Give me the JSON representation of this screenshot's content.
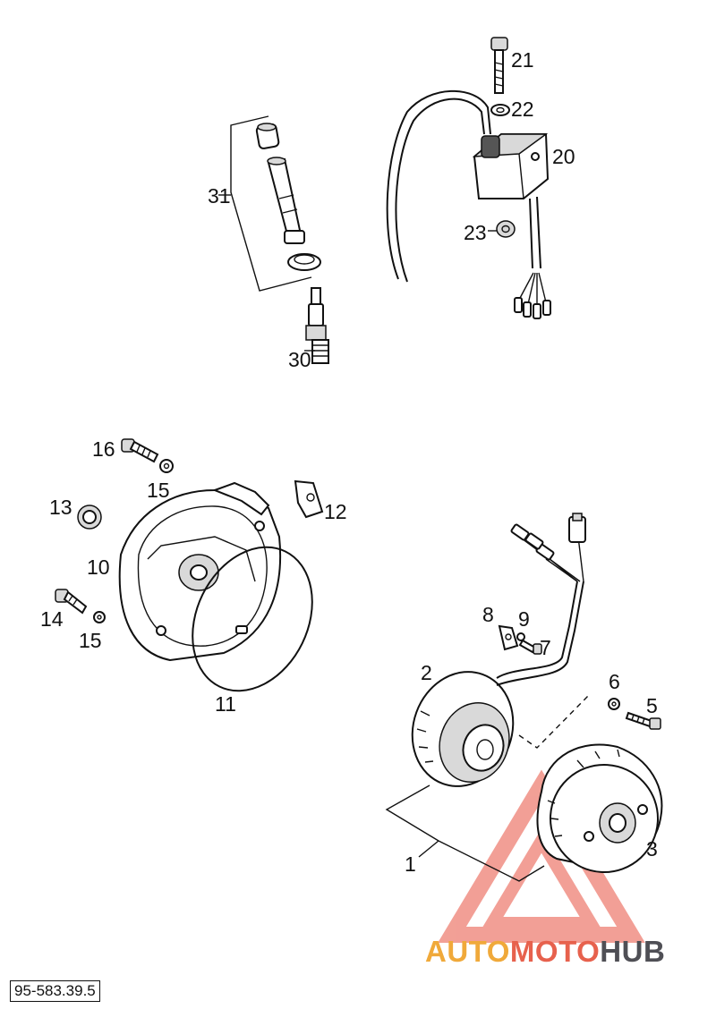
{
  "labels": {
    "p1": "1",
    "p2": "2",
    "p3": "3",
    "p5": "5",
    "p6": "6",
    "p7": "7",
    "p8": "8",
    "p9": "9",
    "p10": "10",
    "p11": "11",
    "p12": "12",
    "p13": "13",
    "p14": "14",
    "p15a": "15",
    "p15b": "15",
    "p16": "16",
    "p20": "20",
    "p21": "21",
    "p22": "22",
    "p23": "23",
    "p30": "30",
    "p31": "31"
  },
  "diagram_code": "95-583.39.5",
  "watermark": {
    "part1": "AUTO",
    "part2": "MOTO",
    "part3": "HUB"
  },
  "colors": {
    "watermark_orange": "#f0a93a",
    "watermark_red": "#e7614d",
    "watermark_gray": "#4f4f55"
  }
}
